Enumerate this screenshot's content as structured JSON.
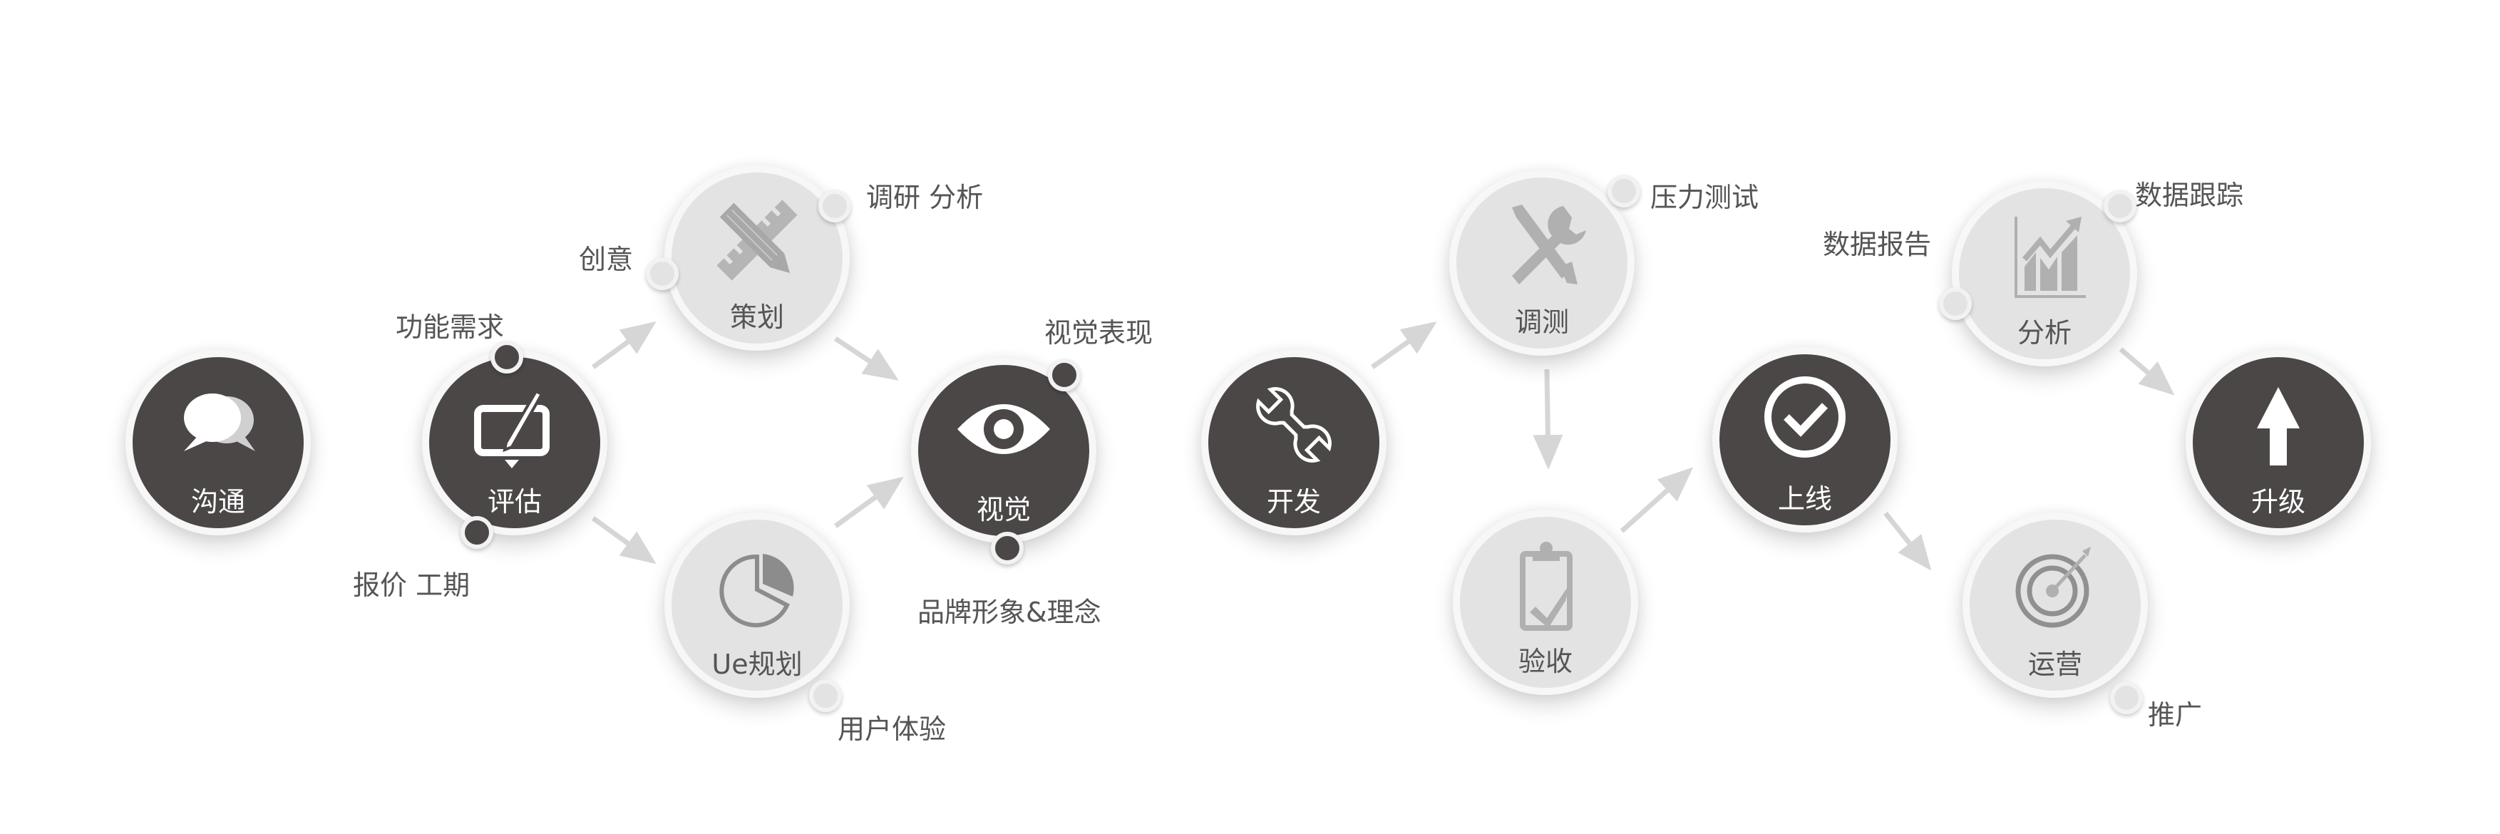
{
  "colors": {
    "dark_node": "#4b4747",
    "light_node": "#e3e3e3",
    "ring": "#f7f7f7",
    "arrow": "#d6d6d6",
    "text": "#555555"
  },
  "nodes": [
    {
      "id": "communicate",
      "label": "沟通",
      "style": "dark",
      "icon": "speech-bubbles-icon"
    },
    {
      "id": "evaluate",
      "label": "评估",
      "style": "dark",
      "icon": "pen-tablet-icon"
    },
    {
      "id": "plan",
      "label": "策划",
      "style": "light",
      "icon": "pencil-ruler-icon"
    },
    {
      "id": "ue",
      "label": "Ue规划",
      "style": "light",
      "icon": "pie-chart-icon"
    },
    {
      "id": "visual",
      "label": "视觉",
      "style": "dark",
      "icon": "eye-icon"
    },
    {
      "id": "develop",
      "label": "开发",
      "style": "dark",
      "icon": "wrench-icon"
    },
    {
      "id": "test",
      "label": "调测",
      "style": "light",
      "icon": "tools-icon"
    },
    {
      "id": "accept",
      "label": "验收",
      "style": "light",
      "icon": "clipboard-check-icon"
    },
    {
      "id": "launch",
      "label": "上线",
      "style": "dark",
      "icon": "check-circle-icon"
    },
    {
      "id": "analyze",
      "label": "分析",
      "style": "light",
      "icon": "growth-chart-icon"
    },
    {
      "id": "operate",
      "label": "运营",
      "style": "light",
      "icon": "target-icon"
    },
    {
      "id": "upgrade",
      "label": "升级",
      "style": "dark",
      "icon": "arrow-up-icon"
    }
  ],
  "notes": {
    "evaluate_top": "功能需求",
    "evaluate_bottom": "报价 工期",
    "plan_left": "创意",
    "plan_right": "调研 分析",
    "ue_bottom": "用户体验",
    "visual_top": "视觉表现",
    "visual_bottom": "品牌形象&理念",
    "test_right": "压力测试",
    "analyze_left": "数据报告",
    "analyze_right": "数据跟踪",
    "operate_bottom": "推广"
  }
}
